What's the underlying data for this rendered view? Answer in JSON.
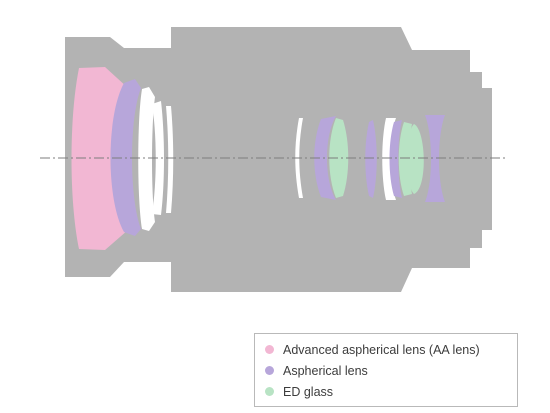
{
  "colors": {
    "background": "#ffffff",
    "lens_body": "#b3b3b3",
    "glass": "#ffffff",
    "aa_lens": "#f2b7d3",
    "aspherical": "#b7a6da",
    "ed_glass": "#b8e3c4",
    "axis": "#7d7d7d"
  },
  "legend": {
    "items": [
      {
        "label": "Advanced aspherical lens (AA lens)",
        "color": "#f2b7d3",
        "icon": "pink-dot"
      },
      {
        "label": "Aspherical lens",
        "color": "#b7a6da",
        "icon": "purple-dot"
      },
      {
        "label": "ED glass",
        "color": "#b8e3c4",
        "icon": "green-dot"
      }
    ]
  }
}
